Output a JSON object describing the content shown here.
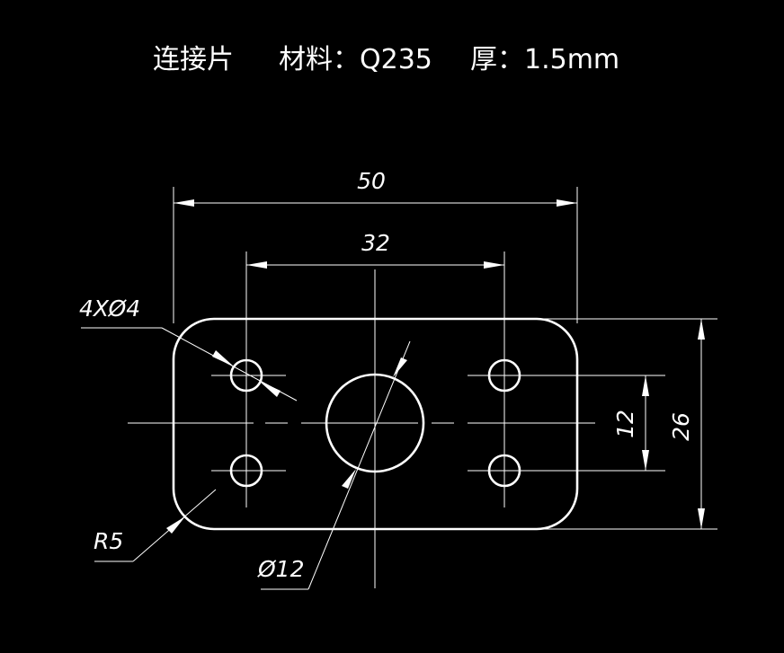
{
  "title": {
    "part_name": "连接片",
    "material": "材料：Q235",
    "thickness": "厚：1.5mm"
  },
  "dimensions": {
    "overall_width": "50",
    "hole_spacing_x": "32",
    "hole_spacing_y": "12",
    "overall_height": "26",
    "small_holes": "4XØ4",
    "corner_radius": "R5",
    "center_hole": "Ø12"
  },
  "colors": {
    "background": "#000000",
    "lines": "#ffffff"
  }
}
